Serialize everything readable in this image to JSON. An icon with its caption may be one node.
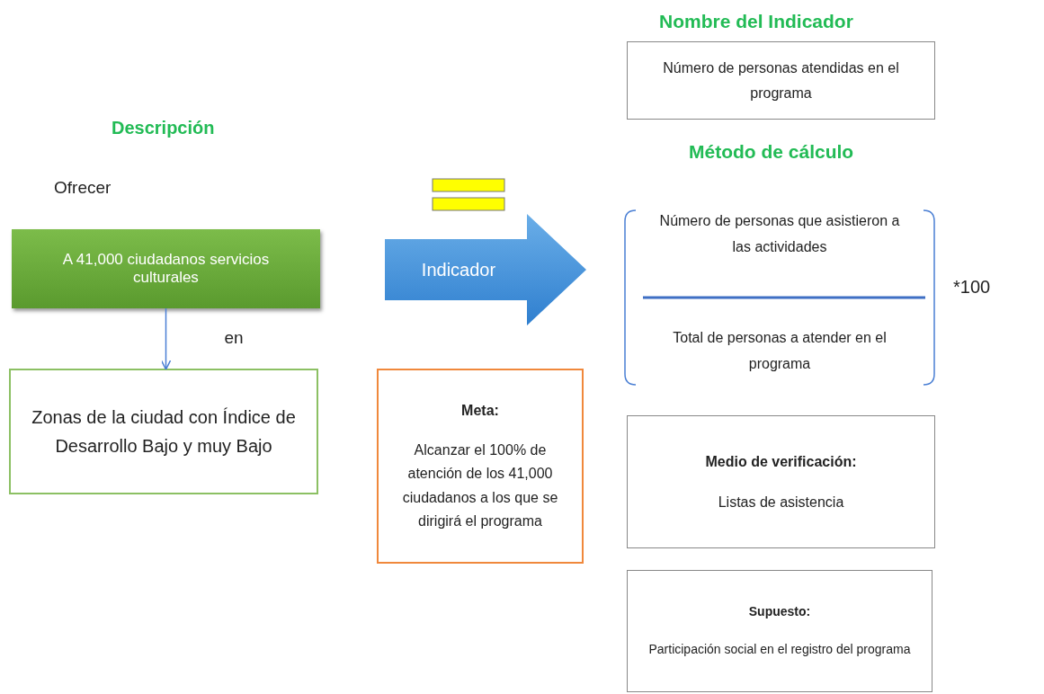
{
  "diagram": {
    "nodes": [
      {
        "text": [
          "A 41,000 ciudadanos servicios culturales"
        ]
      },
      {
        "text": [
          "Zonas de la ciudad con Índice de Desarrollo Bajo y muy Bajo"
        ]
      },
      {
        "text": [
          "Indicador"
        ]
      },
      {
        "text": [
          "Meta:",
          "Alcanzar el 100% de atención de los 41,000 ciudadanos a los que se dirigirá el programa"
        ]
      },
      {
        "text": [
          "Número de personas atendidas en el programa"
        ]
      },
      {
        "text": [
          "Número de personas que asistieron a las actividades",
          "Total de personas a atender en el programa"
        ],
        "beside": [
          "*100"
        ]
      },
      {
        "text": [
          "Medio de verificación:",
          "Listas de asistencia"
        ]
      },
      {
        "text": [
          "Supuesto:",
          "Participación social en el registro del programa"
        ]
      }
    ],
    "edges": [
      {
        "from": 0,
        "to": 1,
        "arrow": "to",
        "label": "en"
      }
    ],
    "labels": [
      "Descripción",
      "Ofrecer",
      "Nombre del Indicador",
      "Método de cálculo"
    ]
  }
}
